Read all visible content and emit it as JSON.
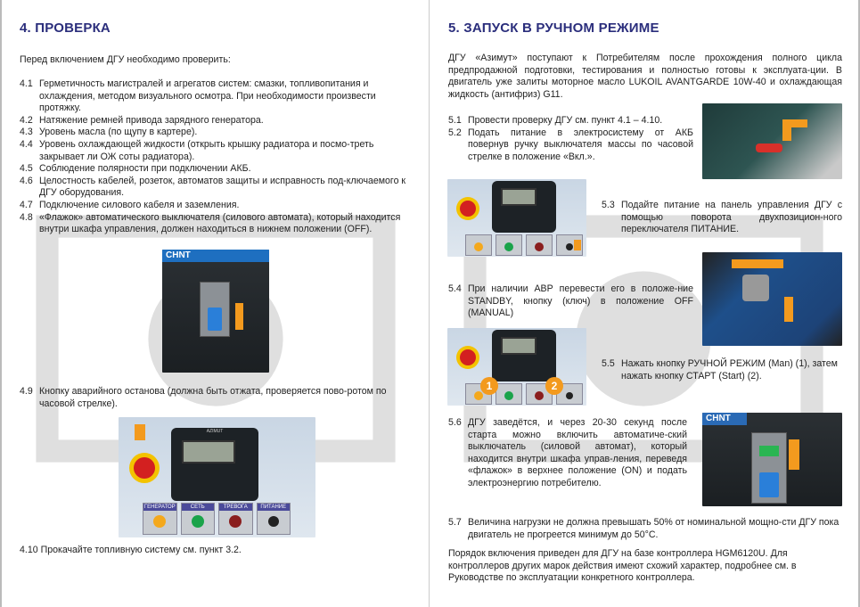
{
  "left": {
    "title": "4. ПРОВЕРКА",
    "intro": "Перед включением ДГУ необходимо проверить:",
    "items": [
      {
        "num": "4.1",
        "text": "Герметичность магистралей и агрегатов систем: смазки, топливопитания и охлаждения, методом визуального осмотра. При необходимости произвести протяжку."
      },
      {
        "num": "4.2",
        "text": "Натяжение ремней привода зарядного генератора."
      },
      {
        "num": "4.3",
        "text": "Уровень масла (по щупу в картере)."
      },
      {
        "num": "4.4",
        "text": "Уровень охлаждающей жидкости (открыть крышку радиатора и посмо-треть закрывает ли ОЖ соты радиатора)."
      },
      {
        "num": "4.5",
        "text": "Соблюдение полярности при подключении АКБ."
      },
      {
        "num": "4.6",
        "text": "Целостность кабелей, розеток, автоматов защиты и исправность под-ключаемого к ДГУ оборудования."
      },
      {
        "num": "4.7",
        "text": "Подключение силового кабеля и заземления."
      },
      {
        "num": "4.8",
        "text": "«Флажок» автоматического выключателя (силового автомата), который находится внутри шкафа управления, должен находиться в нижнем положении (OFF)."
      }
    ],
    "item_49": {
      "num": "4.9",
      "text": "Кнопку аварийного останова (должна быть отжата, проверяется пово-ротом по часовой стрелке)."
    },
    "item_410": {
      "num": "4.10",
      "text": "Прокачайте топливную систему см. пункт 3.2."
    },
    "breaker_brand": "CHNT",
    "panel_labels": [
      "ГЕНЕРАТОР",
      "СЕТЬ",
      "ТРЕВОГА",
      "ПИТАНИЕ"
    ],
    "controller_brand": "AZIMUT"
  },
  "right": {
    "title": "5. ЗАПУСК В РУЧНОМ РЕЖИМЕ",
    "intro": "ДГУ «Азимут» поступают к Потребителям после прохождения полного цикла предпродажной подготовки, тестирования и полностью готовы к эксплуата-ции. В двигатель уже залиты моторное масло LUKOIL AVANTGARDE 10W-40 и охлаждающая жидкость (антифриз) G11.",
    "items": {
      "i51": {
        "num": "5.1",
        "text": "Провести проверку ДГУ см. пункт 4.1 – 4.10."
      },
      "i52": {
        "num": "5.2",
        "text": "Подать питание в электросистему от АКБ повернув ручку выключателя массы по часовой стрелке в положение «Вкл.»."
      },
      "i53": {
        "num": "5.3",
        "text": "Подайте питание на панель управления ДГУ с помощью поворота двухпозицион-ного переключателя ПИТАНИЕ."
      },
      "i54": {
        "num": "5.4",
        "text": "При наличии АВР перевести его в положе-ние STANDBY, кнопку (ключ) в положение OFF (MANUAL)"
      },
      "i55": {
        "num": "5.5",
        "text": "Нажать кнопку РУЧНОЙ РЕЖИМ (Man) (1), затем нажать кнопку СТАРТ (Start) (2)."
      },
      "i56": {
        "num": "5.6",
        "text": "ДГУ заведётся, и через 20-30 секунд после старта можно включить автоматиче-ский выключатель (силовой автомат), который находится внутри шкафа управ-ления, переведя «флажок» в верхнее положение (ON) и подать электроэнергию потребителю."
      },
      "i57": {
        "num": "5.7",
        "text": "Величина нагрузки не должна превышать 50% от номинальной мощно-сти ДГУ пока двигатель не прогреется минимум до 50°C."
      }
    },
    "footer": "Порядок включения приведен для ДГУ на базе контроллера HGM6120U. Для контроллеров других марок действия имеют схожий характер, подробнее см. в Руководстве по эксплуатации конкретного контроллера.",
    "badges": [
      "1",
      "2"
    ],
    "breaker_brand": "CHNT"
  },
  "colors": {
    "title": "#2b2e7c",
    "accent": "#f39a1e"
  }
}
